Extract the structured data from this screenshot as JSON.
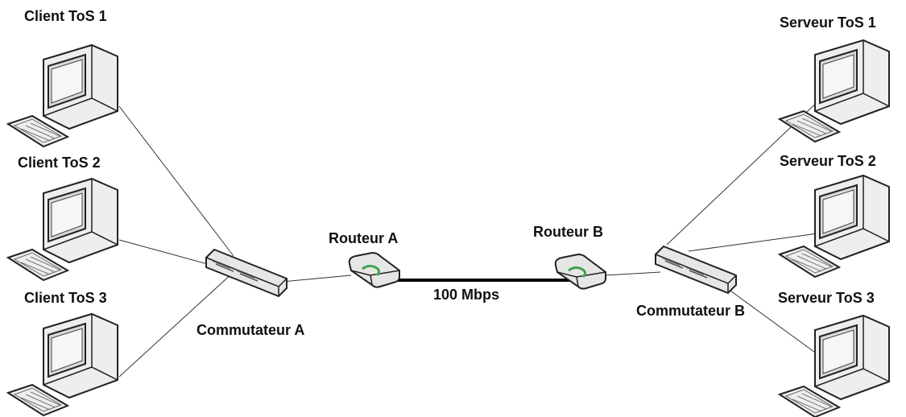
{
  "diagram": {
    "clients": [
      {
        "label": "Client ToS 1"
      },
      {
        "label": "Client ToS 2"
      },
      {
        "label": "Client ToS 3"
      }
    ],
    "servers": [
      {
        "label": "Serveur ToS 1"
      },
      {
        "label": "Serveur ToS 2"
      },
      {
        "label": "Serveur ToS 3"
      }
    ],
    "switch_a": {
      "label": "Commutateur A"
    },
    "switch_b": {
      "label": "Commutateur B"
    },
    "router_a": {
      "label": "Routeur A"
    },
    "router_b": {
      "label": "Routeur B"
    },
    "backbone_link": {
      "label": "100 Mbps"
    }
  },
  "colors": {
    "line": "#333333",
    "backbone": "#000000",
    "device_fill": "#e8e8e8",
    "device_stroke": "#222222",
    "router_accent": "#3fa34d"
  }
}
